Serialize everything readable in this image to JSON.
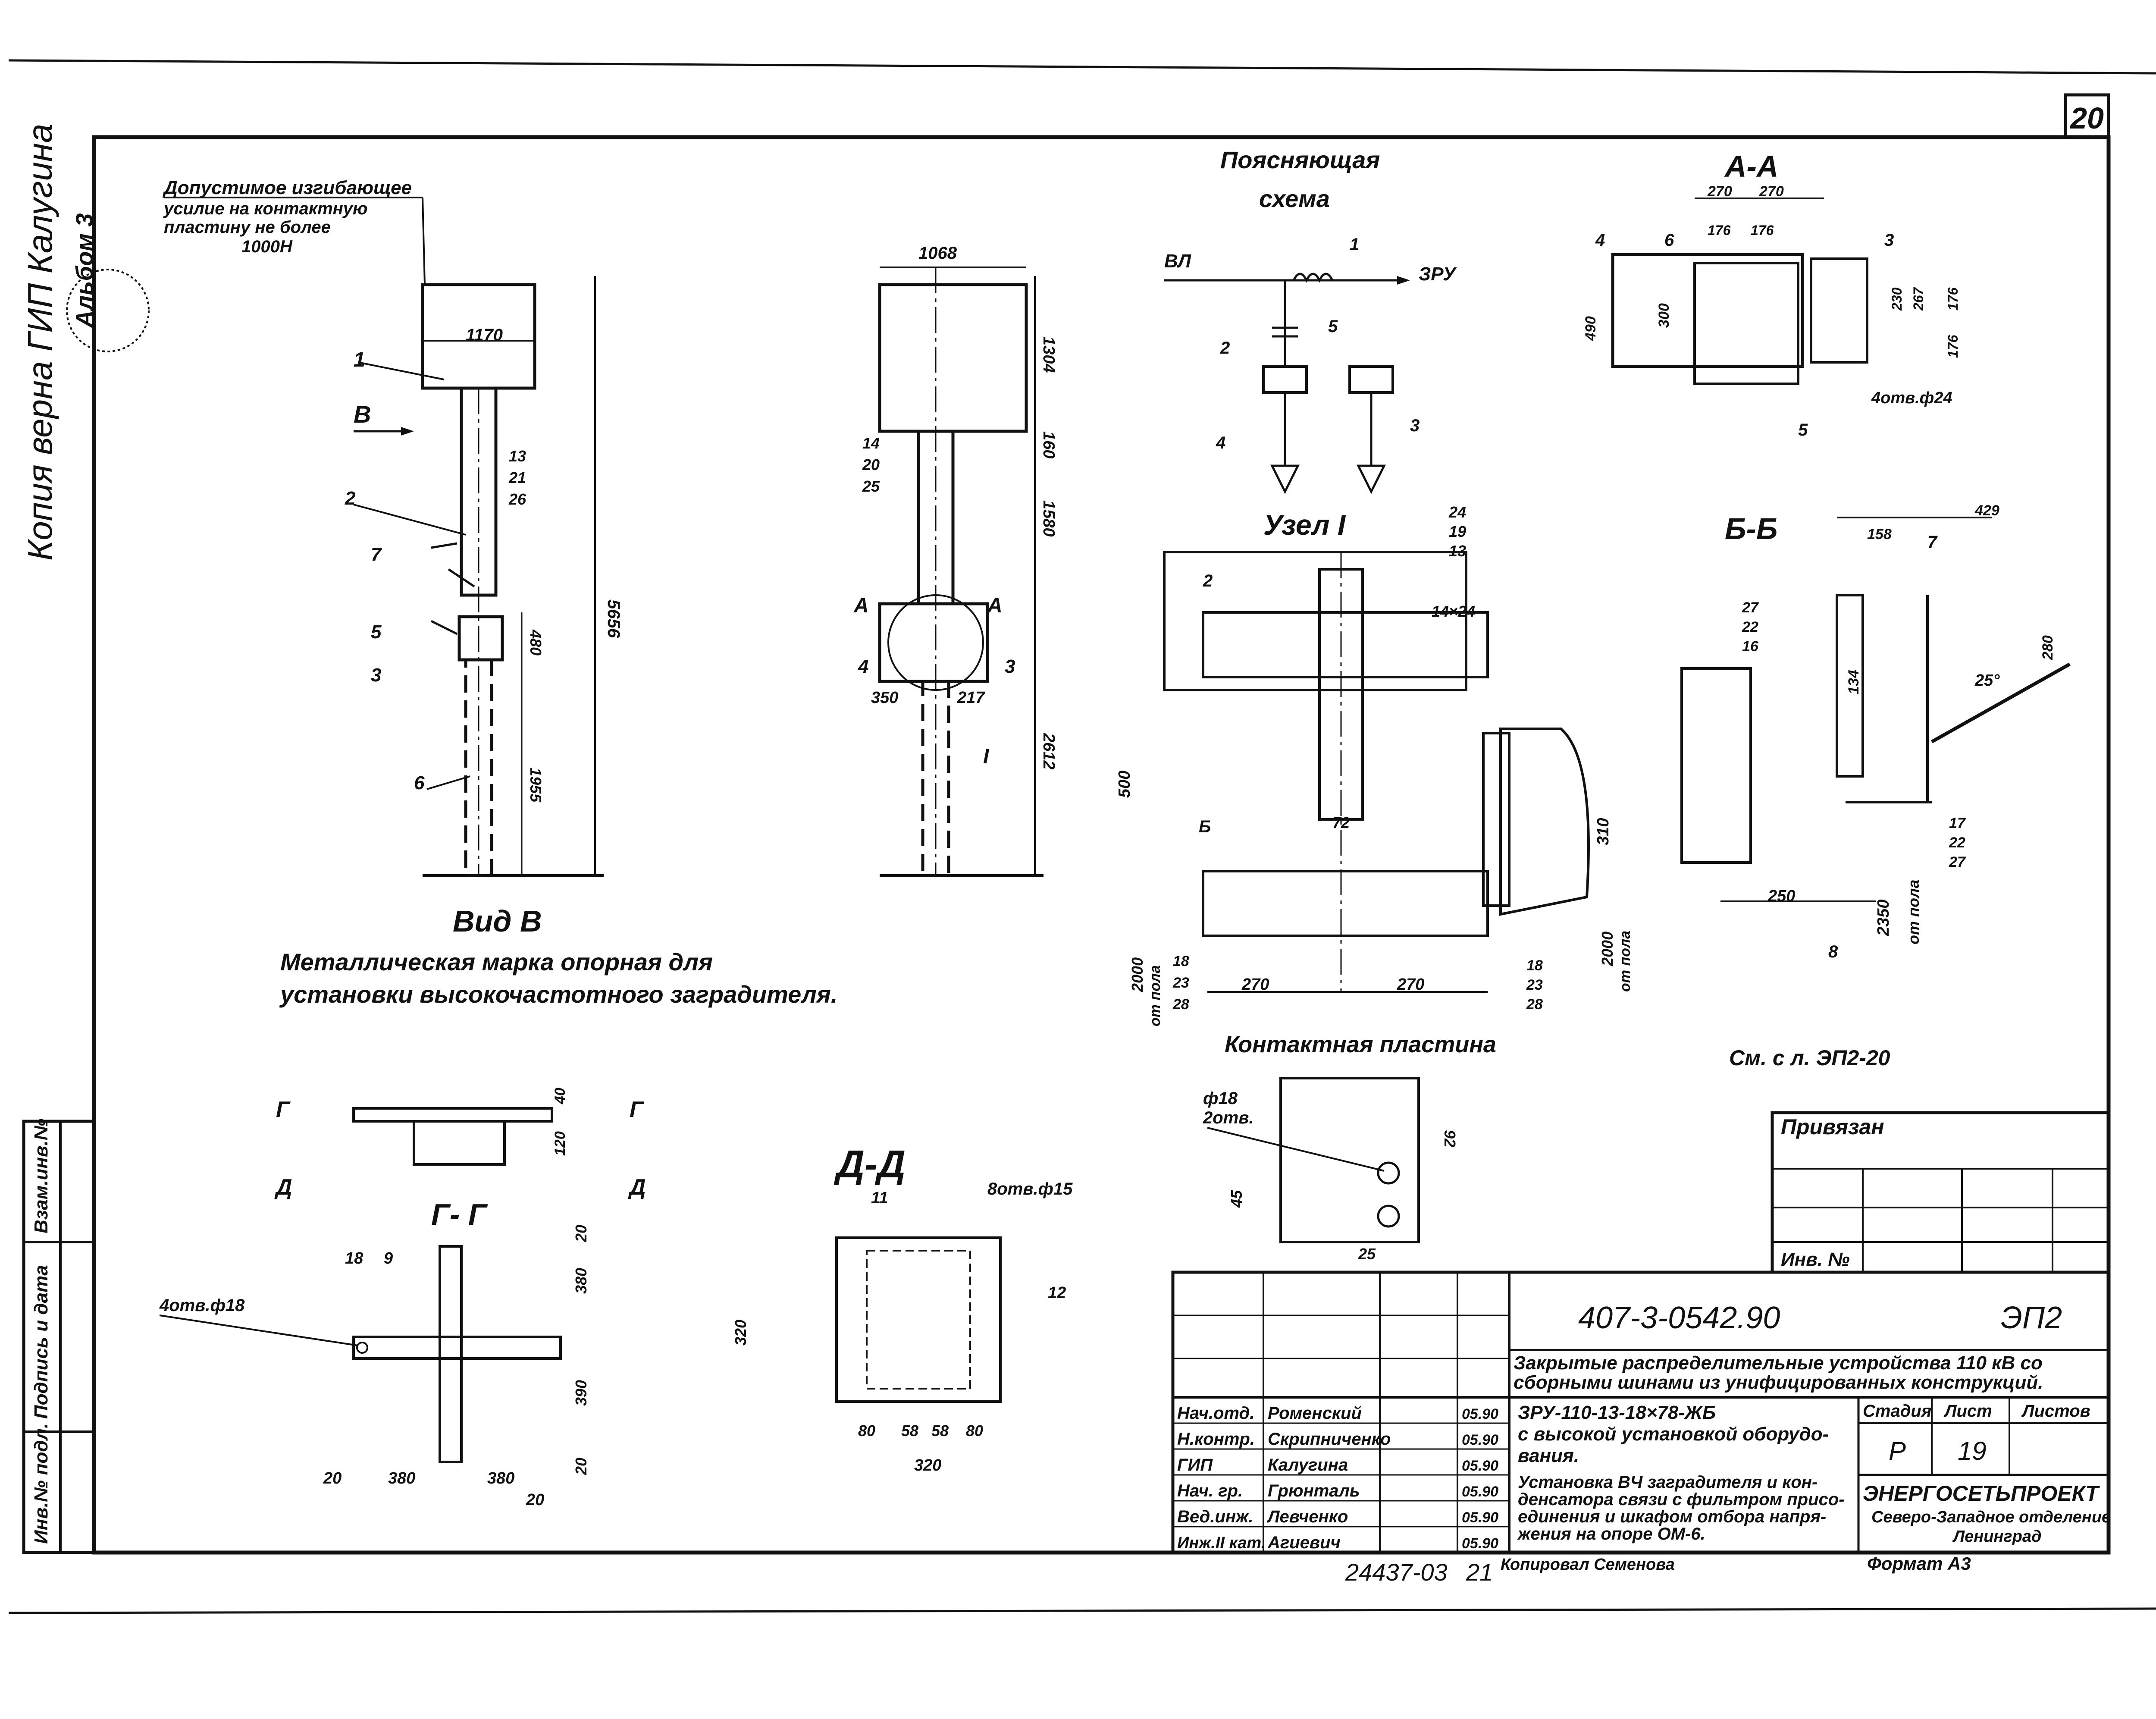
{
  "sheet_number": "20",
  "margin_note": "Копия верна ГИП Калугина",
  "album_label": "Альбом 3",
  "views": {
    "load_note": [
      "Допустимое изгибающее",
      "усилие на контактную",
      "пластину не более",
      "1000Н"
    ],
    "view_b_title": "Вид В",
    "caption_line1": "Металлическая марка опорная для",
    "caption_line2": "установки высокочастотного заградителя.",
    "explain_title_1": "Поясняющая",
    "explain_title_2": "схема",
    "section_aa": "А-А",
    "section_bb": "Б-Б",
    "node_title": "Узел I",
    "contact_plate_title": "Контактная пластина",
    "see_sheet": "См. с л. ЭП2-20",
    "section_gg": "Г- Г",
    "section_dd": "Д-Д",
    "label_vl": "ВЛ",
    "label_zru": "ЗРУ"
  },
  "dimensions": {
    "d1170": "1170",
    "d5656": "5656",
    "d480": "480",
    "d1955": "1955",
    "d1068": "1068",
    "d1304": "1304",
    "d160": "160",
    "d1580": "1580",
    "d350": "350",
    "d217": "217",
    "d2612": "2612",
    "d270": "270",
    "d176": "176",
    "d490": "490",
    "d300": "300",
    "d230": "230",
    "d267": "267",
    "holes_24": "4отв.ф24",
    "d14x24": "14×24",
    "d500": "500",
    "d310": "310",
    "d72": "72",
    "d2000": "2000",
    "from_floor": "от пола",
    "d429": "429",
    "d158": "158",
    "d280": "280",
    "d134": "134",
    "d25deg": "25°",
    "d250": "250",
    "d2350": "2350",
    "d18": "ф18",
    "holes2": "2отв.",
    "d92": "92",
    "d45": "45",
    "d25": "25",
    "d40": "40",
    "d120": "120",
    "d20": "20",
    "d380": "380",
    "d390": "390",
    "holes_18": "4отв.ф18",
    "holes_15": "8отв.ф15",
    "d320": "320",
    "d80": "80",
    "d58": "58"
  },
  "title_block": {
    "privyazan": "Привязан",
    "inv_no": "Инв. №",
    "doc_code": "407-3-0542.90",
    "sheet_code": "ЭП2",
    "project_title_1": "Закрытые распределительные устройства 110 кВ со",
    "project_title_2": "сборными шинами из унифицированных конструкций.",
    "drawing_code": "ЗРУ-110-13-18×78-ЖБ",
    "drawing_sub": "с высокой установкой оборудо-",
    "drawing_sub2": "вания.",
    "drawing_desc_1": "Установка ВЧ заградителя и кон-",
    "drawing_desc_2": "денсатора связи с фильтром присо-",
    "drawing_desc_3": "единения и шкафом отбора напря-",
    "drawing_desc_4": "жения на опоре ОМ-6.",
    "col_stage": "Стадия",
    "col_sheet": "Лист",
    "col_sheets": "Листов",
    "stage": "Р",
    "sheet": "19",
    "org_1": "ЭНЕРГОСЕТЬПРОЕКТ",
    "org_2": "Северо-Западное отделение",
    "org_3": "Ленинград",
    "format": "Формат А3",
    "copied_by": "Копировал Семенова",
    "archive_no": "24437-03",
    "archive_no_2": "21",
    "staff": [
      {
        "role": "Нач.отд.",
        "name": "Роменский",
        "date": "05.90"
      },
      {
        "role": "Н.контр.",
        "name": "Скрипниченко",
        "date": "05.90"
      },
      {
        "role": "ГИП",
        "name": "Калугина",
        "date": "05.90"
      },
      {
        "role": "Нач. гр.",
        "name": "Грюнталь",
        "date": "05.90"
      },
      {
        "role": "Вед.инж.",
        "name": "Левченко",
        "date": "05.90"
      },
      {
        "role": "Инж.II кат.",
        "name": "Агиевич",
        "date": "05.90"
      }
    ]
  },
  "side_stamp": [
    "Взам.инв.№",
    "Подпись и дата",
    "Инв.№ подл."
  ]
}
